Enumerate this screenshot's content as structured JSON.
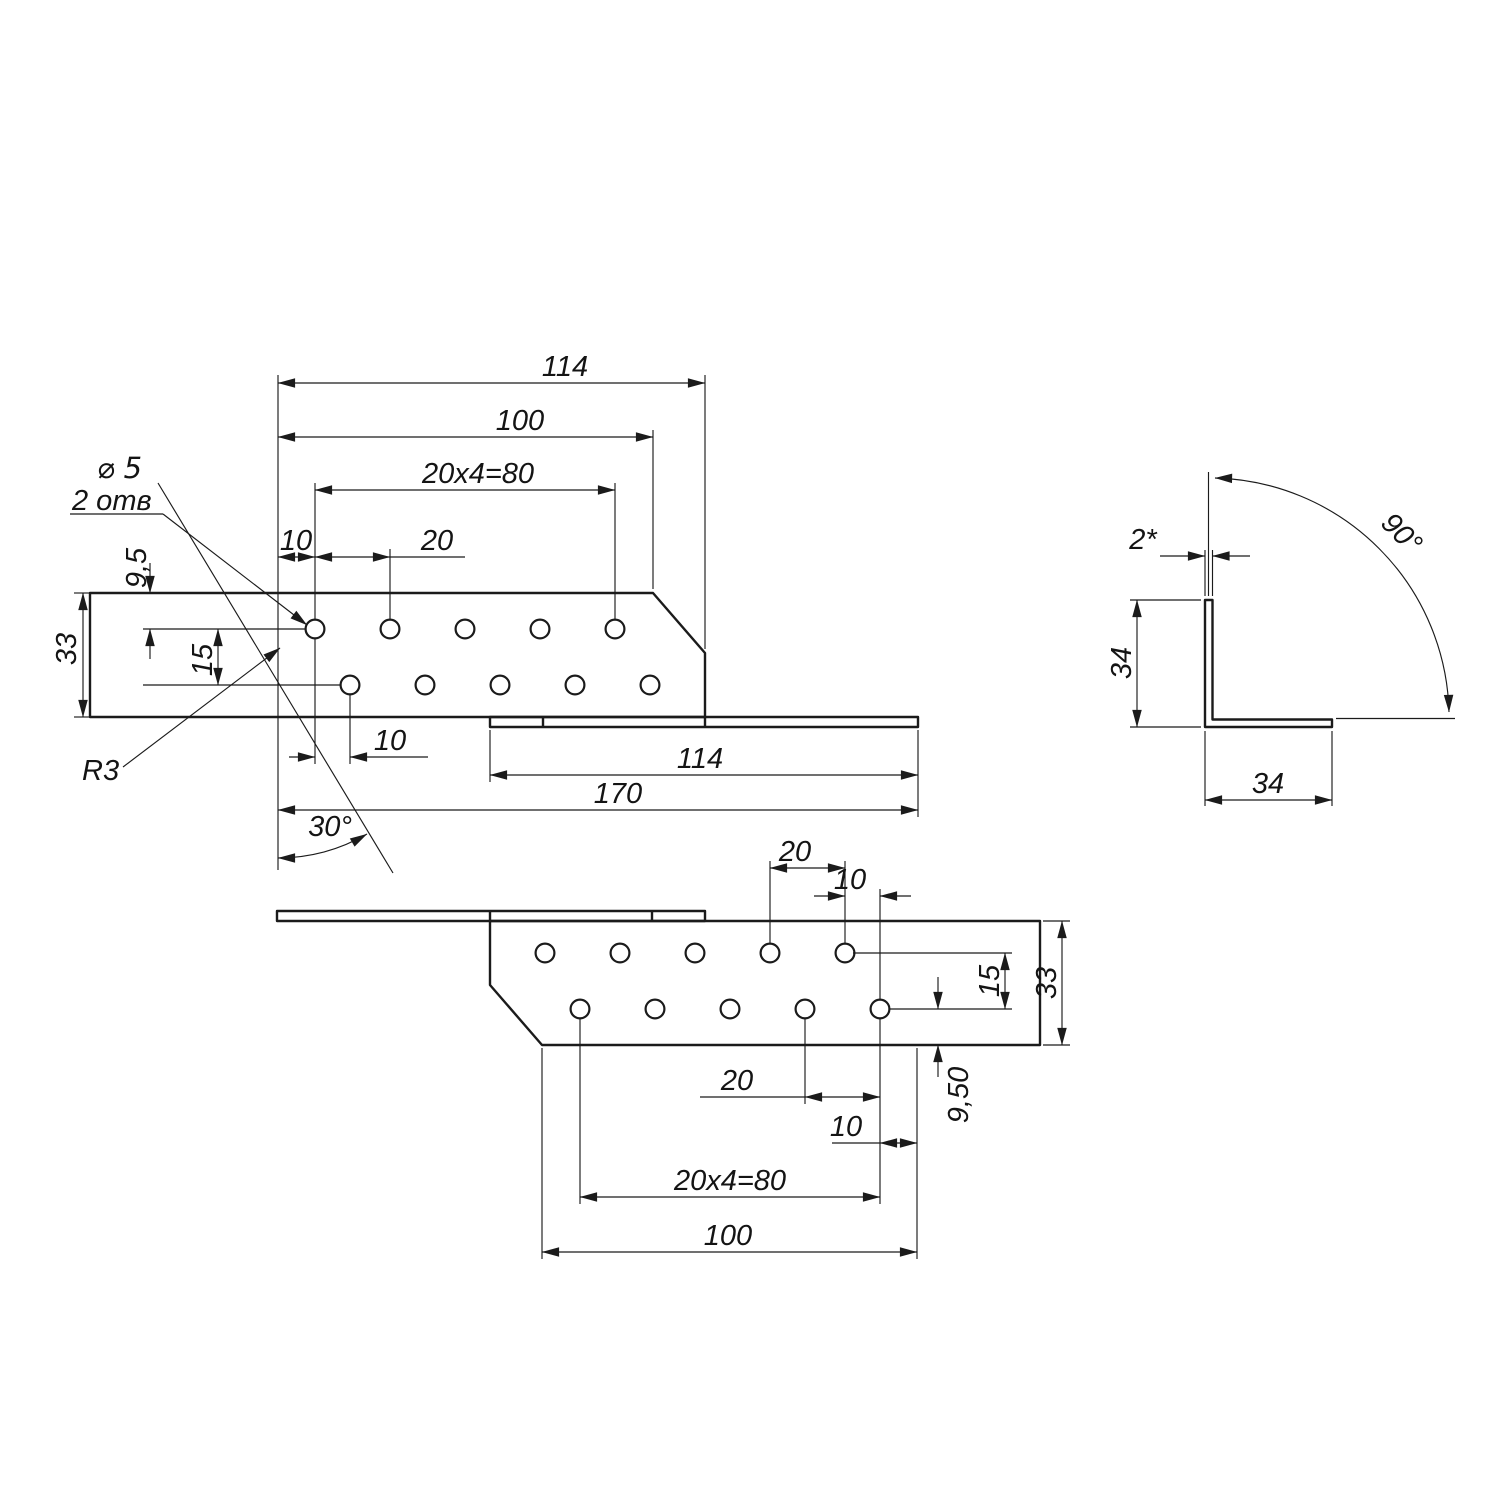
{
  "page": {
    "background": "#ffffff",
    "line_color": "#1b1b1b"
  },
  "views": {
    "top_bracket": {
      "name": "top-bracket-plan-view",
      "dims": {
        "len114": "114",
        "len100": "100",
        "hole_pitch_total": "20x4=80",
        "edge_offset10": "10",
        "pitch20": "20",
        "edge9_5": "9,5",
        "width33": "33",
        "row_gap15": "15",
        "hole_dia": "⌀ 5",
        "hole_count": "2 отв",
        "corner_radius": "R3",
        "row_offset10": "10",
        "flange114": "114",
        "total170": "170",
        "cut_angle": "30°"
      }
    },
    "bottom_bracket": {
      "name": "bottom-bracket-plan-view",
      "dims": {
        "pitch20_top": "20",
        "row_offset10_top": "10",
        "row_gap15": "15",
        "width33": "33",
        "edge9_50": "9,50",
        "pitch20_bottom": "20",
        "edge_offset10_bottom": "10",
        "hole_pitch_total": "20x4=80",
        "len100": "100"
      }
    },
    "side_view": {
      "name": "side-profile-view",
      "dims": {
        "thickness2": "2*",
        "angle90": "90°",
        "leg34_vertical": "34",
        "leg34_horizontal": "34"
      }
    }
  }
}
